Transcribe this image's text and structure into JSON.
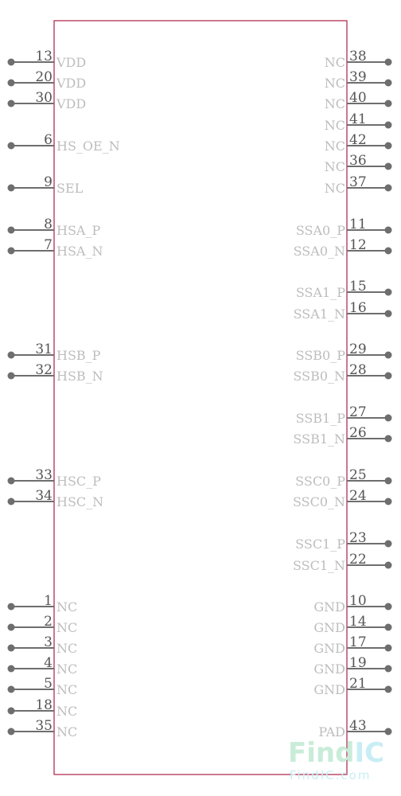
{
  "colors": {
    "body_outline": "#b03050",
    "pin_line": "#6e6e6e",
    "pin_number": "#555555",
    "pin_name": "#bdbdbd",
    "watermark_green": "#c8ecd8",
    "watermark_cyan": "#c7eef4"
  },
  "left_pins": [
    {
      "num": "13",
      "name": "VDD"
    },
    {
      "num": "20",
      "name": "VDD"
    },
    {
      "num": "30",
      "name": "VDD"
    },
    {
      "num": "6",
      "name": "HS_OE_N"
    },
    {
      "num": "9",
      "name": "SEL"
    },
    {
      "num": "8",
      "name": "HSA_P"
    },
    {
      "num": "7",
      "name": "HSA_N"
    },
    {
      "num": "31",
      "name": "HSB_P"
    },
    {
      "num": "32",
      "name": "HSB_N"
    },
    {
      "num": "33",
      "name": "HSC_P"
    },
    {
      "num": "34",
      "name": "HSC_N"
    },
    {
      "num": "1",
      "name": "NC"
    },
    {
      "num": "2",
      "name": "NC"
    },
    {
      "num": "3",
      "name": "NC"
    },
    {
      "num": "4",
      "name": "NC"
    },
    {
      "num": "5",
      "name": "NC"
    },
    {
      "num": "18",
      "name": "NC"
    },
    {
      "num": "35",
      "name": "NC"
    }
  ],
  "right_pins": [
    {
      "num": "38",
      "name": "NC"
    },
    {
      "num": "39",
      "name": "NC"
    },
    {
      "num": "40",
      "name": "NC"
    },
    {
      "num": "41",
      "name": "NC"
    },
    {
      "num": "42",
      "name": "NC"
    },
    {
      "num": "36",
      "name": "NC"
    },
    {
      "num": "37",
      "name": "NC"
    },
    {
      "num": "11",
      "name": "SSA0_P"
    },
    {
      "num": "12",
      "name": "SSA0_N"
    },
    {
      "num": "15",
      "name": "SSA1_P"
    },
    {
      "num": "16",
      "name": "SSA1_N"
    },
    {
      "num": "29",
      "name": "SSB0_P"
    },
    {
      "num": "28",
      "name": "SSB0_N"
    },
    {
      "num": "27",
      "name": "SSB1_P"
    },
    {
      "num": "26",
      "name": "SSB1_N"
    },
    {
      "num": "25",
      "name": "SSC0_P"
    },
    {
      "num": "24",
      "name": "SSC0_N"
    },
    {
      "num": "23",
      "name": "SSC1_P"
    },
    {
      "num": "22",
      "name": "SSC1_N"
    },
    {
      "num": "10",
      "name": "GND"
    },
    {
      "num": "14",
      "name": "GND"
    },
    {
      "num": "17",
      "name": "GND"
    },
    {
      "num": "19",
      "name": "GND"
    },
    {
      "num": "21",
      "name": "GND"
    },
    {
      "num": "43",
      "name": "PAD"
    }
  ],
  "watermark": {
    "brand_find": "Find",
    "brand_ic": "IC",
    "url": "FindIC.com"
  }
}
